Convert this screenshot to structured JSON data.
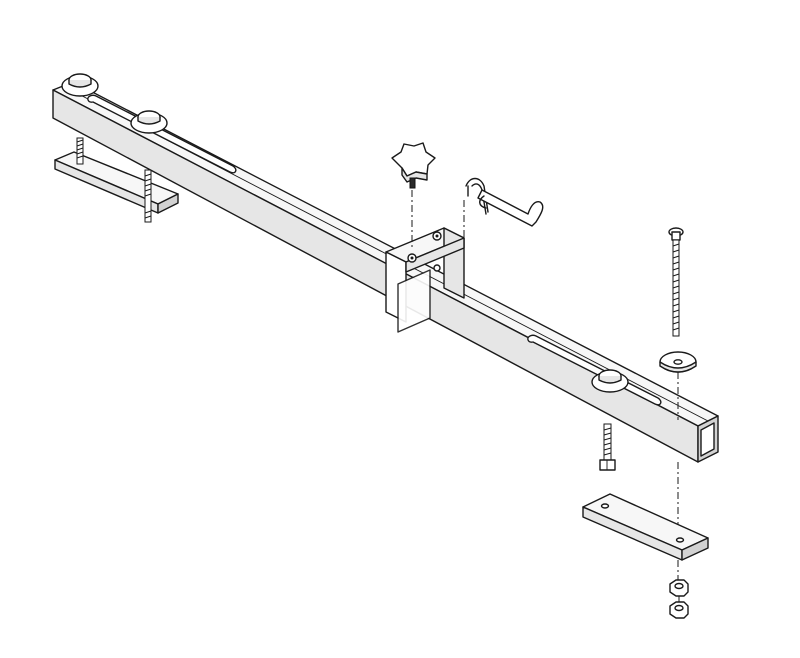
{
  "diagram": {
    "kind": "exploded assembly line drawing",
    "parts": [
      "square-tube-bar",
      "center-bracket",
      "star-knob",
      "hitch-pin-clip",
      "left-top-bolt-1",
      "left-top-bolt-2",
      "left-threaded-rod-1",
      "left-threaded-rod-2",
      "left-clamp-plate",
      "right-top-bolt",
      "right-threaded-rod",
      "right-clamp-plate",
      "long-bolt",
      "washer",
      "lock-nut-1",
      "lock-nut-2"
    ],
    "colors": {
      "line": "#1a1a1a",
      "fill": "#ffffff",
      "shade": "#e6e6e6"
    }
  }
}
